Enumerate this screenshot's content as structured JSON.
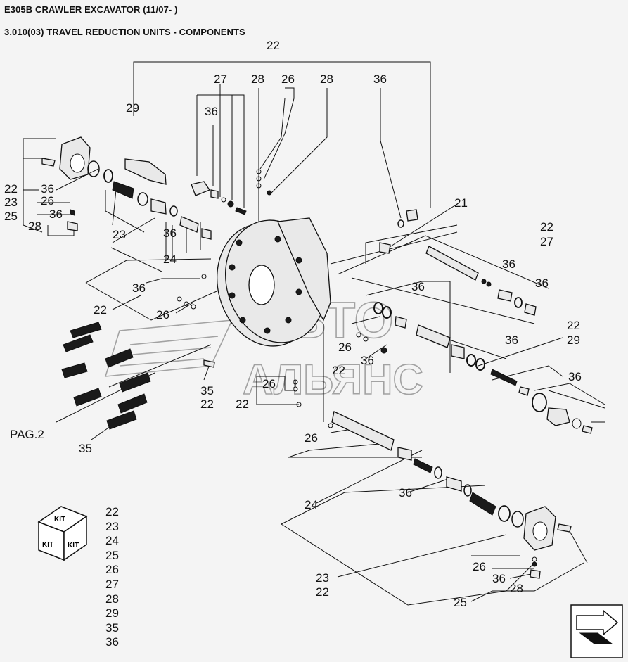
{
  "header": {
    "model": "E305B CRAWLER EXCAVATOR (11/07- )",
    "section": "3.010(03) TRAVEL REDUCTION UNITS - COMPONENTS"
  },
  "callouts": [
    "22",
    "27",
    "28",
    "26",
    "28",
    "36",
    "29",
    "36",
    "21",
    "22",
    "36",
    "23",
    "26",
    "36",
    "25",
    "28",
    "23",
    "36",
    "24",
    "36",
    "22",
    "26",
    "36",
    "22",
    "27",
    "36",
    "36",
    "26",
    "22",
    "36",
    "22",
    "29",
    "36",
    "35",
    "22",
    "26",
    "22",
    "35",
    "26",
    "24",
    "36",
    "36",
    "26",
    "36",
    "28",
    "25",
    "23",
    "22"
  ],
  "page_ref": "PAG.2",
  "kit": {
    "box_label": "KIT",
    "items": [
      "22",
      "23",
      "24",
      "25",
      "26",
      "27",
      "28",
      "29",
      "35",
      "36"
    ]
  },
  "watermark": {
    "line1": "АВТО",
    "line2": "АЛЬЯНС"
  },
  "nav_icon": "next-page-arrow-icon"
}
